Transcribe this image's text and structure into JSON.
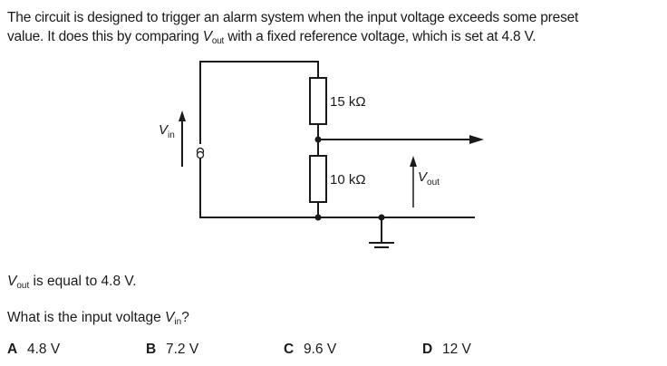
{
  "intro": {
    "line1": "The circuit is designed to trigger an alarm system when the input voltage exceeds some preset",
    "line2_pre": "value. It does this by comparing ",
    "line2_post": " with a fixed reference voltage, which is set at 4.8 V."
  },
  "symbols": {
    "V": "V",
    "out": "out",
    "in": "in"
  },
  "circuit": {
    "r1_label": "15 kΩ",
    "r2_label": "10 kΩ"
  },
  "statement": " is equal to 4.8 V.",
  "question": {
    "pre": "What is the input voltage ",
    "post": "?"
  },
  "options": [
    {
      "letter": "A",
      "value": "4.8 V"
    },
    {
      "letter": "B",
      "value": "7.2 V"
    },
    {
      "letter": "C",
      "value": "9.6 V"
    },
    {
      "letter": "D",
      "value": "12 V"
    }
  ]
}
